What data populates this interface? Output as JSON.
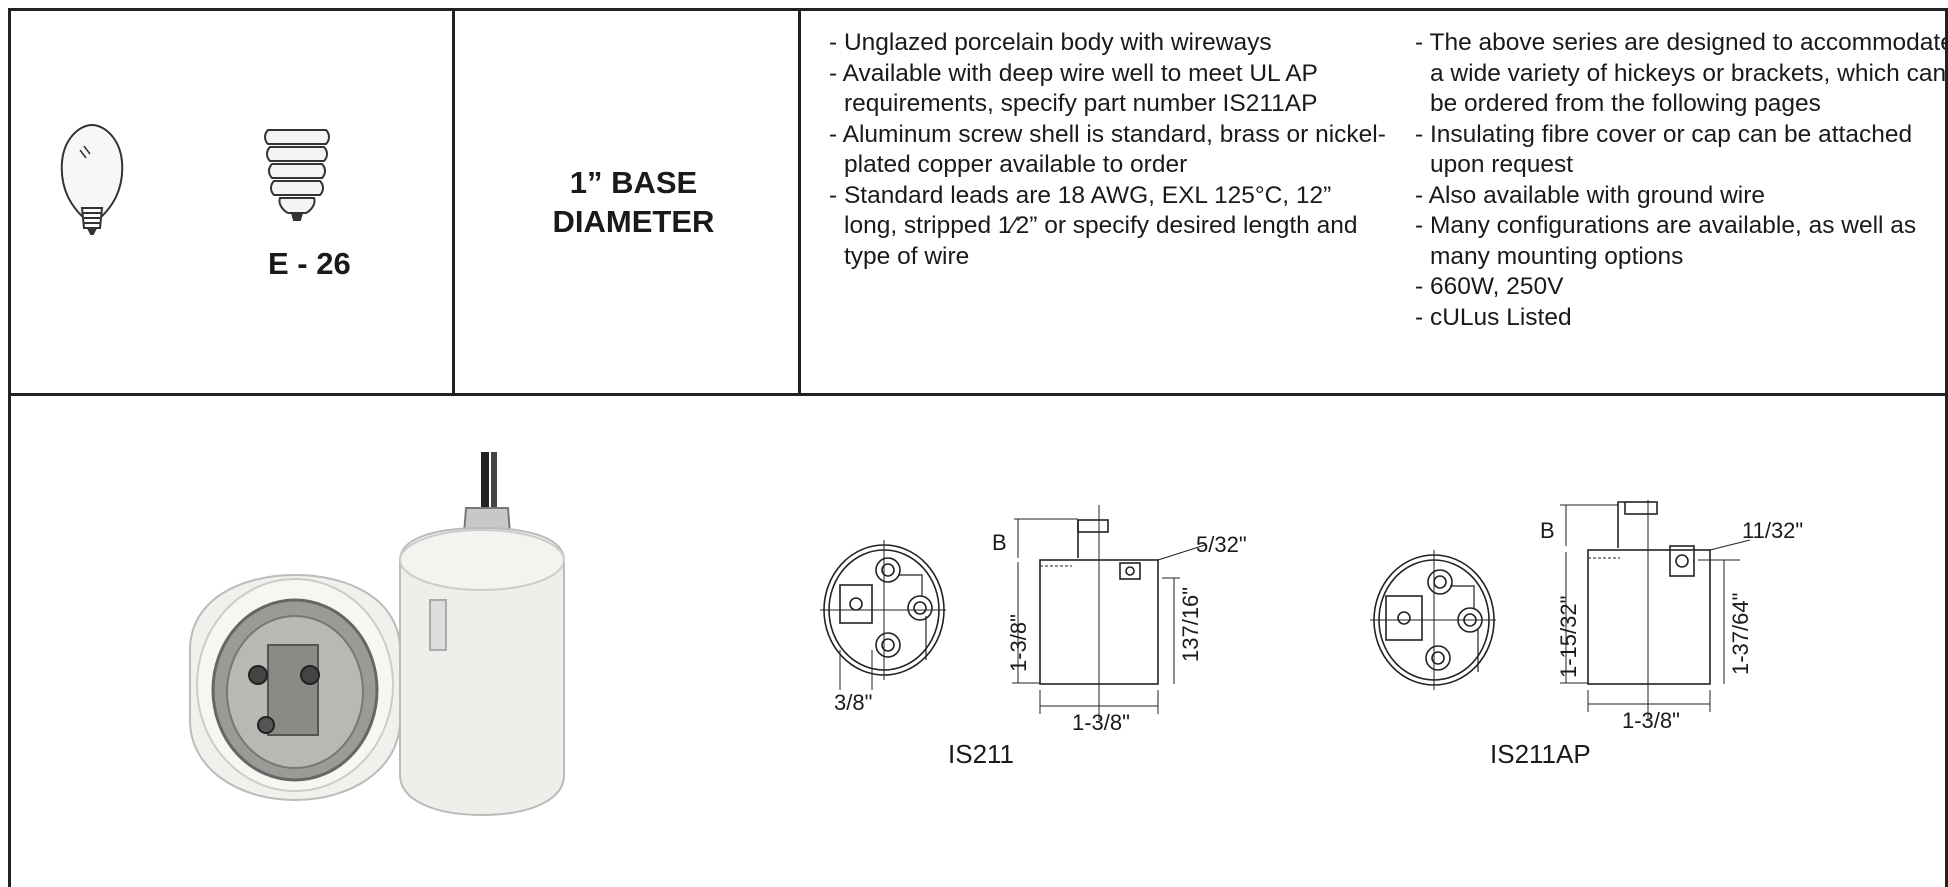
{
  "header": {
    "base_size": "E - 26",
    "base_title_line1": "1” BASE",
    "base_title_line2": "DIAMETER"
  },
  "features_left": [
    "- Unglazed porcelain body with wireways",
    "- Available with deep wire well to meet UL AP requirements, specify part number IS211AP",
    "- Aluminum screw shell is standard, brass or nickel-plated copper available to order",
    "- Standard leads are 18 AWG, EXL 125°C, 12” long, stripped 1⁄2” or specify desired length and type of wire"
  ],
  "features_right": [
    "- The above series are designed to accommodate a wide variety of hickeys or brackets, which can be ordered from the following pages",
    "- Insulating fibre cover or cap can be attached upon request",
    "- Also available with ground wire",
    "- Many configurations are available, as well as many mounting options",
    "- 660W, 250V",
    "- cULus Listed"
  ],
  "drawings": {
    "is211": {
      "label": "IS211",
      "dim_b": "B",
      "dim_height": "1-3/8\"",
      "dim_shell": "137/16\"",
      "dim_top": "5/32\"",
      "dim_width": "1-3/8\"",
      "dim_hole": "3/8\""
    },
    "is211ap": {
      "label": "IS211AP",
      "dim_b": "B",
      "dim_height": "1-15/32\"",
      "dim_shell": "1-37/64\"",
      "dim_top": "11/32\"",
      "dim_width": "1-3/8\""
    }
  },
  "icons": {
    "bulb": "light-bulb-icon",
    "base": "screw-base-icon"
  }
}
